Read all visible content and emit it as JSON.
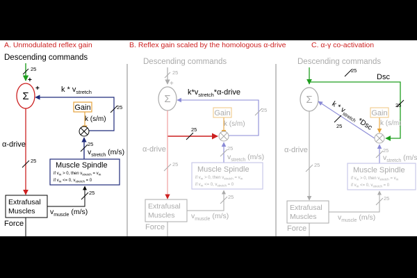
{
  "colors": {
    "red": "#cc1f1f",
    "navy": "#1f2a7a",
    "green": "#1e9e1e",
    "orange": "#e6a23a",
    "purple": "#8a8ad6",
    "grey": "#aaaaaa",
    "black": "#000000"
  },
  "panels": {
    "a_title": "A. Unmodulated reflex gain",
    "b_title": "B. Reflex gain scaled by the homologous α-drive",
    "c_title": "C. α-γ co-activation"
  },
  "labels": {
    "descending": "Descending commands",
    "sigma": "Σ",
    "plus": "+",
    "k_vstretch_k": "k * v",
    "stretch_sub": "stretch",
    "k_vstretch_alpha_pre": "k*v",
    "alpha_drive_suffix": "*α-drive",
    "dsc": "Dsc",
    "k_vstretch_dsc_pre": "k * v",
    "dsc_suffix": " *Dsc",
    "gain": "Gain",
    "k_sm": "k (s/m)",
    "alpha_drive": "α-drive",
    "v": "v",
    "ms_unit": " (m/s)",
    "muscle_spindle": "Muscle Spindle",
    "rule1_pre": "if v",
    "rule1_mid": " > 0, then v",
    "rule1_end": " = v",
    "rule2_pre": "if v",
    "rule2_mid": " <= 0, v",
    "rule2_end": " = 0",
    "m_sub": "m",
    "extrafusal_1": "Extrafusal",
    "extrafusal_2": "Muscles",
    "muscle_sub": "muscle",
    "force": "Force",
    "bus_width": "25"
  }
}
